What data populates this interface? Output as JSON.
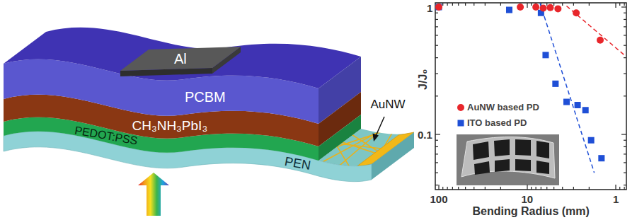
{
  "diagram": {
    "nodes": [
      {
        "text": [
          "Al"
        ]
      },
      {
        "text": [
          "PCBM"
        ]
      },
      {
        "text": [
          "CH₃NH₃PbI₃"
        ]
      },
      {
        "text": [
          "PEDOT:PSS"
        ]
      },
      {
        "text": [
          "PEN"
        ]
      }
    ],
    "labels": [
      "AuNW",
      "J/J₀",
      "1",
      "0.1",
      "100",
      "10",
      "1",
      "Bending Radius (mm)"
    ],
    "legend": [
      {
        "text": "AuNW based PD"
      },
      {
        "text": "ITO based PD"
      }
    ]
  }
}
